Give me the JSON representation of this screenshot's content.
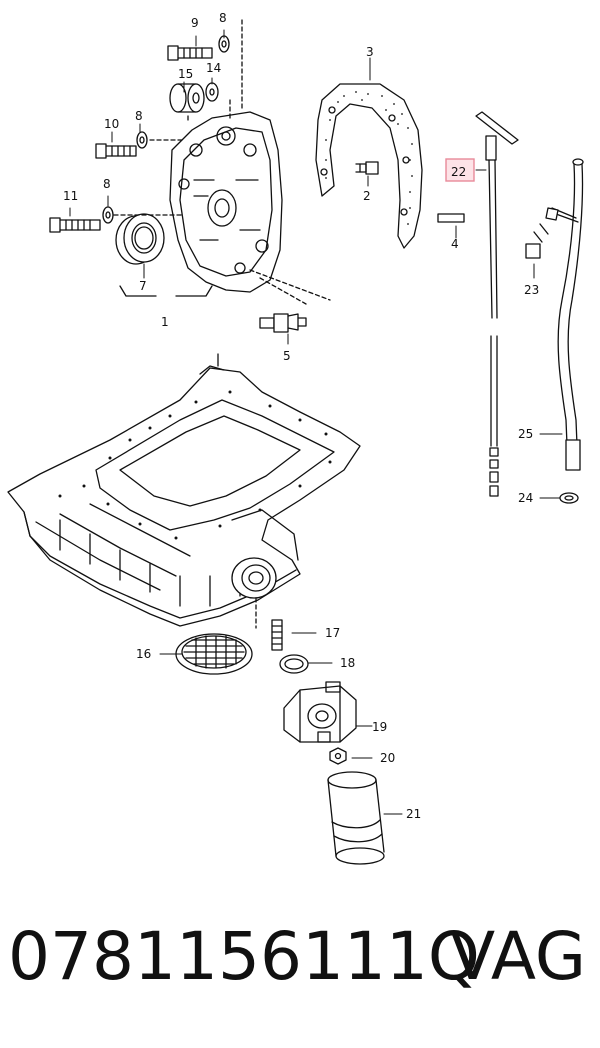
{
  "diagram": {
    "callouts": {
      "c1": "1",
      "c2": "2",
      "c3": "3",
      "c4": "4",
      "c5": "5",
      "c7": "7",
      "c8a": "8",
      "c8b": "8",
      "c8c": "8",
      "c9": "9",
      "c10": "10",
      "c11": "11",
      "c14": "14",
      "c15": "15",
      "c16": "16",
      "c17": "17",
      "c18": "18",
      "c19": "19",
      "c20": "20",
      "c21": "21",
      "c22": "22",
      "c23": "23",
      "c24": "24",
      "c25": "25"
    },
    "highlight_color": "#e88a9a",
    "highlight_fill": "#fde3e7"
  },
  "footer": {
    "part_number": "0781156111Q",
    "brand": "VAG"
  }
}
